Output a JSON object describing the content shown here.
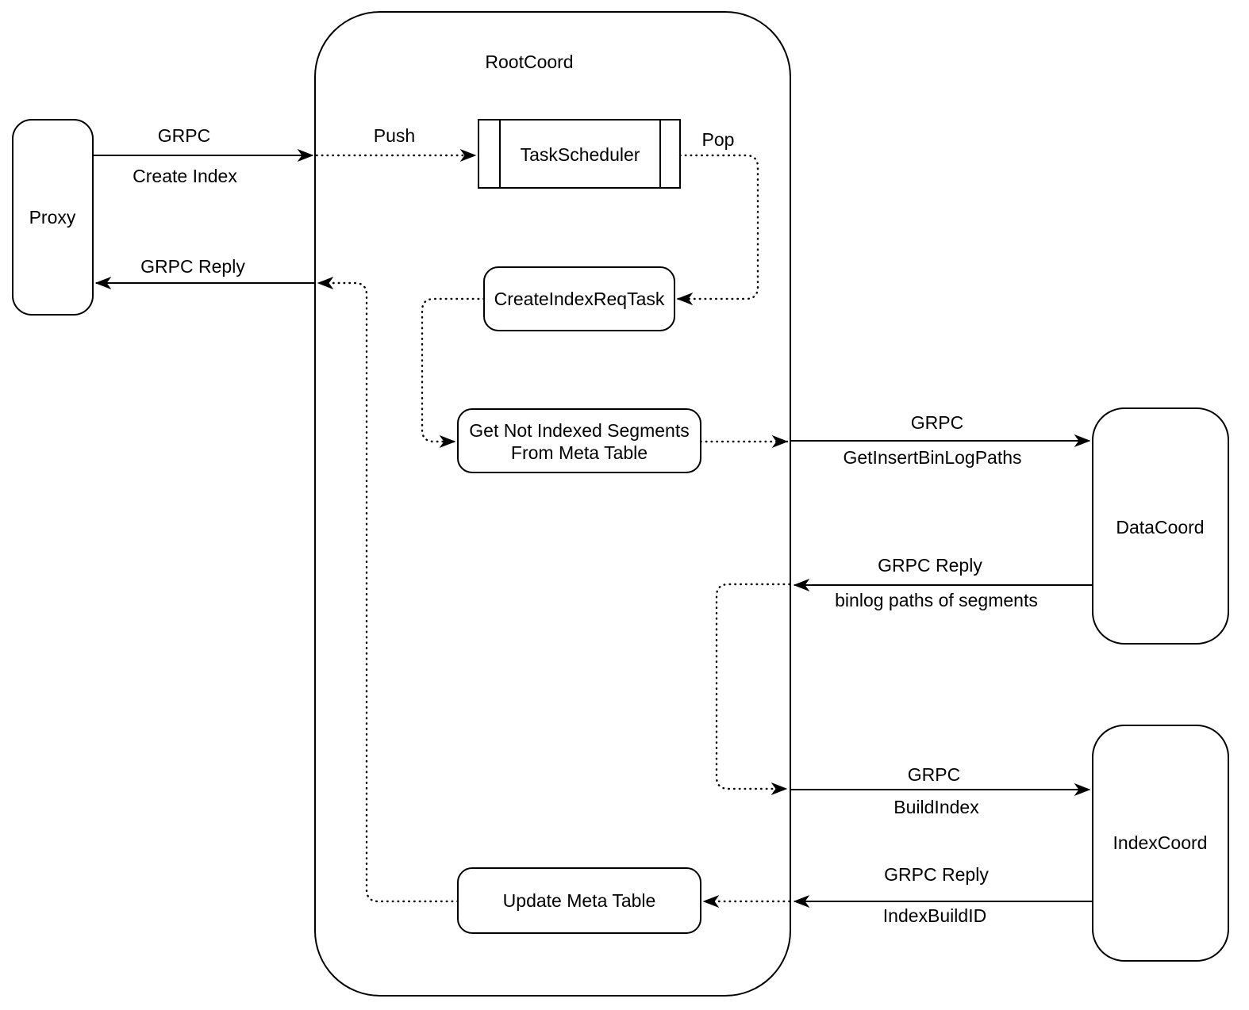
{
  "diagram": {
    "container": {
      "title": "RootCoord"
    },
    "nodes": {
      "proxy": {
        "label": "Proxy"
      },
      "task_scheduler": {
        "label": "TaskScheduler"
      },
      "create_index_req_task": {
        "label": "CreateIndexReqTask"
      },
      "get_not_indexed_segments": {
        "label_line1": "Get Not Indexed Segments",
        "label_line2": "From Meta Table"
      },
      "update_meta_table": {
        "label": "Update Meta Table"
      },
      "data_coord": {
        "label": "DataCoord"
      },
      "index_coord": {
        "label": "IndexCoord"
      }
    },
    "edges": {
      "create_index": {
        "protocol": "GRPC",
        "action": "Create Index"
      },
      "push": {
        "label": "Push"
      },
      "pop": {
        "label": "Pop"
      },
      "get_insert_binlog_paths": {
        "protocol": "GRPC",
        "action": "GetInsertBinLogPaths"
      },
      "binlog_paths_reply": {
        "protocol": "GRPC Reply",
        "action": "binlog paths of segments"
      },
      "build_index": {
        "protocol": "GRPC",
        "action": "BuildIndex"
      },
      "index_build_id_reply": {
        "protocol": "GRPC Reply",
        "action": "IndexBuildID"
      },
      "grpc_reply_to_proxy": {
        "label": "GRPC Reply"
      }
    },
    "colors": {
      "stroke": "#000000",
      "background": "#ffffff"
    }
  }
}
